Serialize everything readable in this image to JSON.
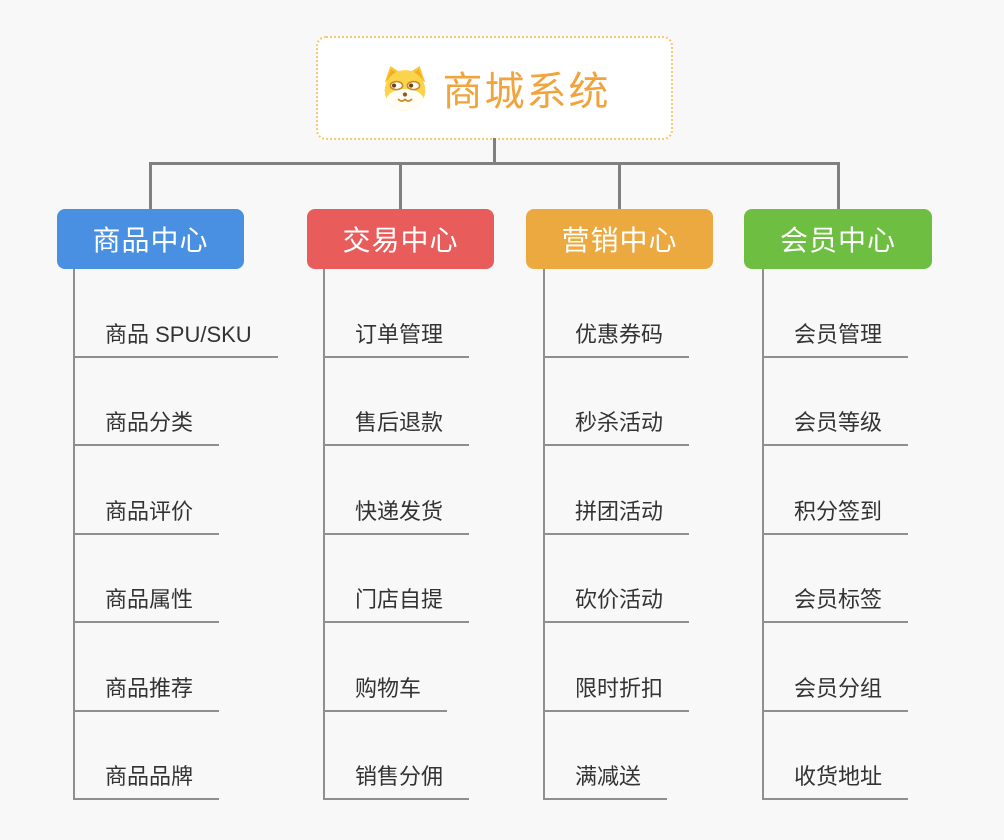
{
  "diagram": {
    "root": {
      "title": "商城系统",
      "title_color": "#f1a33c",
      "border_color": "#f7c873",
      "icon": "dog-face-icon"
    },
    "connector_color": "#808080",
    "leaf_text_color": "#333333",
    "background_color": "#f8f8f8",
    "branches": [
      {
        "label": "商品中心",
        "color": "#4a90e2",
        "children": [
          "商品 SPU/SKU",
          "商品分类",
          "商品评价",
          "商品属性",
          "商品推荐",
          "商品品牌"
        ]
      },
      {
        "label": "交易中心",
        "color": "#e85c5c",
        "children": [
          "订单管理",
          "售后退款",
          "快递发货",
          "门店自提",
          "购物车",
          "销售分佣"
        ]
      },
      {
        "label": "营销中心",
        "color": "#eca93f",
        "children": [
          "优惠券码",
          "秒杀活动",
          "拼团活动",
          "砍价活动",
          "限时折扣",
          "满减送"
        ]
      },
      {
        "label": "会员中心",
        "color": "#6dbe41",
        "children": [
          "会员管理",
          "会员等级",
          "积分签到",
          "会员标签",
          "会员分组",
          "收货地址"
        ]
      }
    ]
  }
}
